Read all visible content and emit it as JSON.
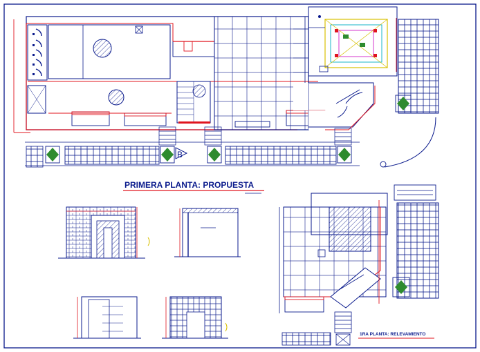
{
  "drawing": {
    "main_title": "PRIMERA PLANTA: PROPUESTA",
    "secondary_title": "1RA PLANTA: RELEVAMIENTO",
    "section_marker": "B"
  },
  "colors": {
    "line": "#0a1a8c",
    "red": "#e0141e",
    "green": "#2e8b2e",
    "cyan": "#19b5c8",
    "yellow": "#d8c000",
    "magenta": "#d21ec8",
    "black": "#111111"
  }
}
